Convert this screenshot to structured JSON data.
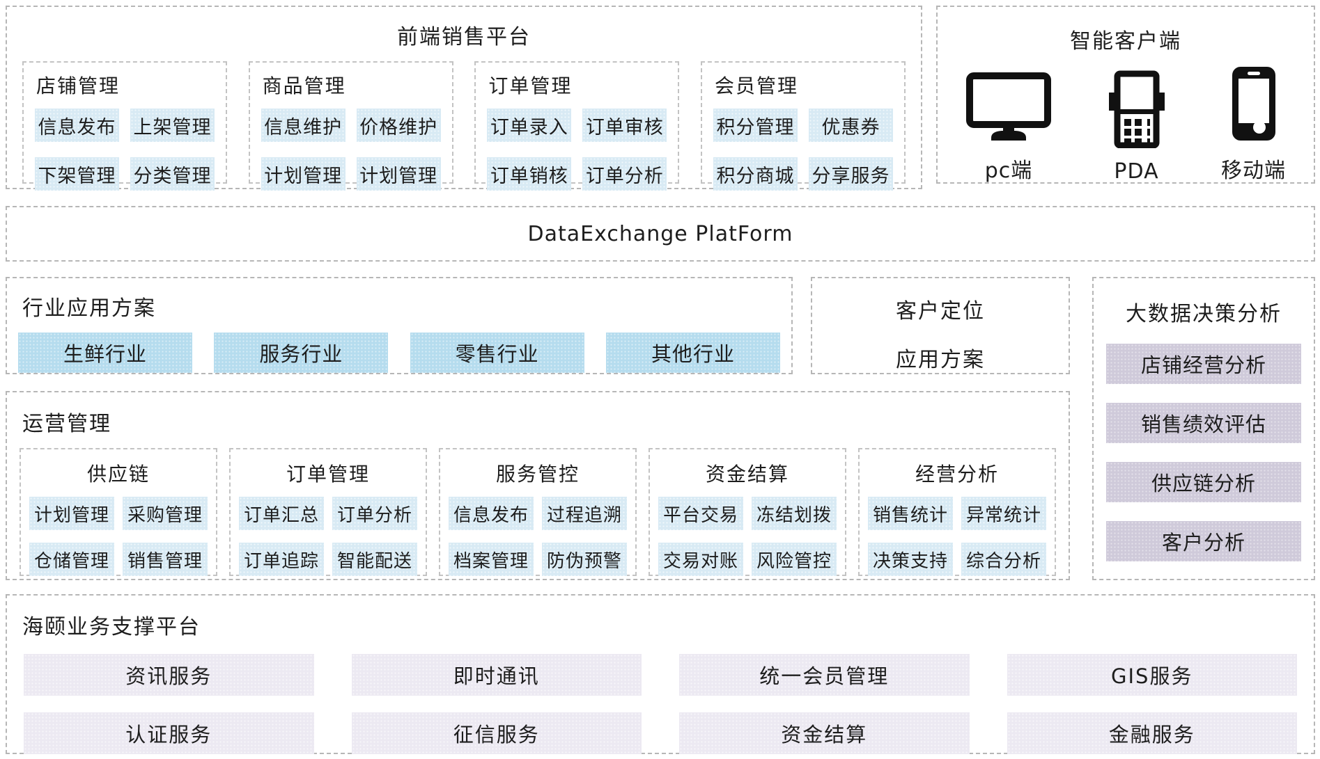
{
  "front_platform": {
    "title": "前端销售平台",
    "groups": [
      {
        "title": "店铺管理",
        "items": [
          "信息发布",
          "上架管理",
          "下架管理",
          "分类管理"
        ]
      },
      {
        "title": "商品管理",
        "items": [
          "信息维护",
          "价格维护",
          "计划管理",
          "计划管理"
        ]
      },
      {
        "title": "订单管理",
        "items": [
          "订单录入",
          "订单审核",
          "订单销核",
          "订单分析"
        ]
      },
      {
        "title": "会员管理",
        "items": [
          "积分管理",
          "优惠券",
          "积分商城",
          "分享服务"
        ]
      }
    ]
  },
  "smart_client": {
    "title": "智能客户端",
    "devices": [
      {
        "icon": "desktop-monitor-icon",
        "label": "pc端"
      },
      {
        "icon": "pda-device-icon",
        "label": "PDA"
      },
      {
        "icon": "smartphone-icon",
        "label": "移动端"
      }
    ]
  },
  "data_exchange": {
    "title": "DataExchange  PlatForm"
  },
  "industry_solutions": {
    "title": "行业应用方案",
    "items": [
      "生鲜行业",
      "服务行业",
      "零售行业",
      "其他行业"
    ]
  },
  "customer_positioning": {
    "line1": "客户定位",
    "line2": "应用方案"
  },
  "bigdata_analysis": {
    "title": "大数据决策分析",
    "items": [
      "店铺经营分析",
      "销售绩效评估",
      "供应链分析",
      "客户分析"
    ]
  },
  "operations": {
    "title": "运营管理",
    "groups": [
      {
        "title": "供应链",
        "items": [
          "计划管理",
          "采购管理",
          "仓储管理",
          "销售管理"
        ]
      },
      {
        "title": "订单管理",
        "items": [
          "订单汇总",
          "订单分析",
          "订单追踪",
          "智能配送"
        ]
      },
      {
        "title": "服务管控",
        "items": [
          "信息发布",
          "过程追溯",
          "档案管理",
          "防伪预警"
        ]
      },
      {
        "title": "资金结算",
        "items": [
          "平台交易",
          "冻结划拨",
          "交易对账",
          "风险管控"
        ]
      },
      {
        "title": "经营分析",
        "items": [
          "销售统计",
          "异常统计",
          "决策支持",
          "综合分析"
        ]
      }
    ]
  },
  "support_platform": {
    "title": "海颐业务支撑平台",
    "items": [
      "资讯服务",
      "即时通讯",
      "统一会员管理",
      "GIS服务",
      "认证服务",
      "征信服务",
      "资金结算",
      "金融服务"
    ]
  },
  "colors": {
    "chip_blue": "#d8eaf4",
    "button_blue": "#b5dcee",
    "button_lavender": "#cfcada",
    "bar_pale": "#ece9f2",
    "dashed_border": "#b6b6b6",
    "text": "#1d1d1d",
    "icon_black": "#111111"
  }
}
